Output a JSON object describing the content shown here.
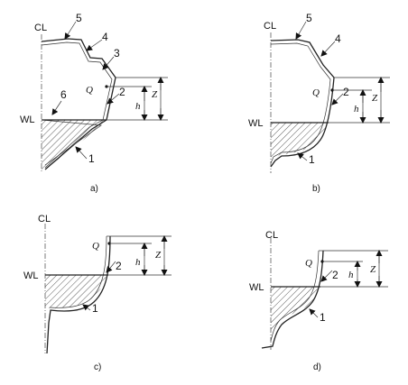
{
  "panels": [
    {
      "id": "a",
      "caption": "a)",
      "labels": {
        "cl": "CL",
        "wl": "WL",
        "q": "Q",
        "h": "h",
        "z": "Z"
      },
      "callouts": [
        "5",
        "4",
        "3",
        "6",
        "2",
        "1"
      ]
    },
    {
      "id": "b",
      "caption": "b)",
      "labels": {
        "cl": "CL",
        "wl": "WL",
        "q": "Q",
        "h": "h",
        "z": "Z"
      },
      "callouts": [
        "5",
        "4",
        "2",
        "1"
      ]
    },
    {
      "id": "c",
      "caption": "c)",
      "labels": {
        "cl": "CL",
        "wl": "WL",
        "q": "Q",
        "h": "h",
        "z": "Z"
      },
      "callouts": [
        "2",
        "1"
      ]
    },
    {
      "id": "d",
      "caption": "d)",
      "labels": {
        "cl": "CL",
        "wl": "WL",
        "q": "Q",
        "h": "h",
        "z": "Z"
      },
      "callouts": [
        "2",
        "1"
      ]
    }
  ]
}
